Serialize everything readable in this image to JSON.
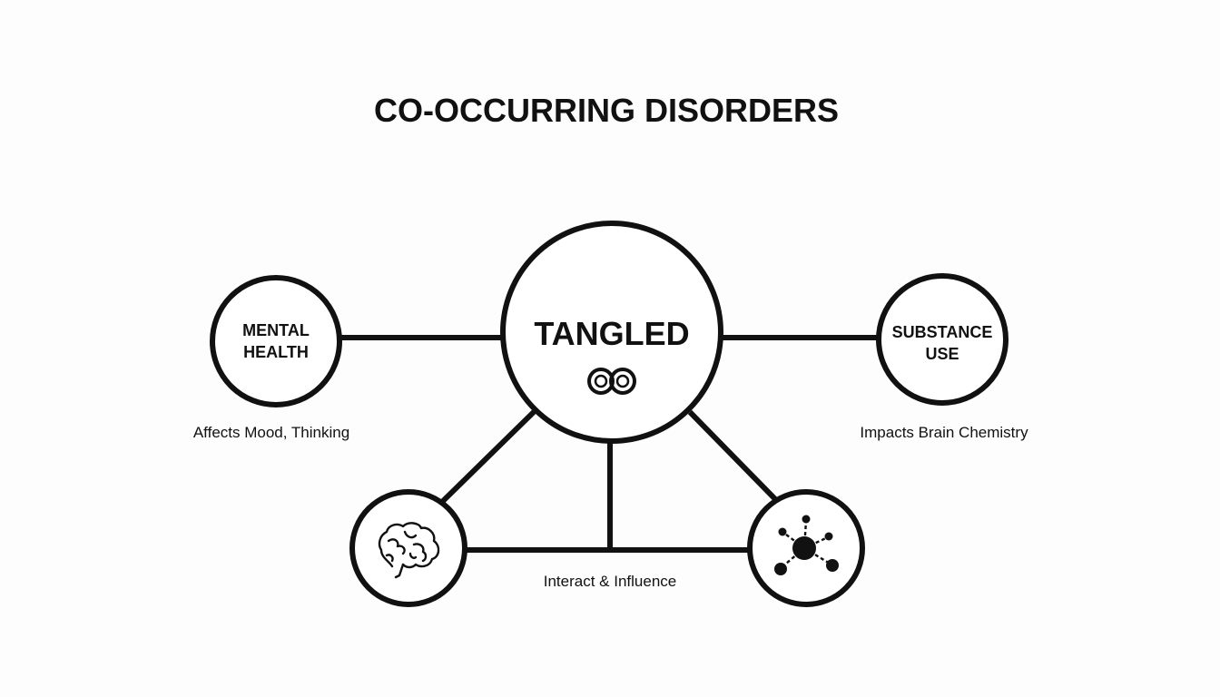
{
  "title": "CO-OCCURRING DISORDERS",
  "nodes": {
    "mental_health": {
      "line1": "MENTAL",
      "line2": "HEALTH",
      "caption": "Affects Mood, Thinking"
    },
    "tangled": {
      "label": "TANGLED",
      "icon": "interlocked-rings-icon"
    },
    "substance_use": {
      "line1": "SUBSTANCE",
      "line2": "USE",
      "caption": "Impacts Brain Chemistry"
    },
    "brain": {
      "icon": "brain-icon"
    },
    "molecule": {
      "icon": "molecule-icon"
    }
  },
  "bottom_caption": "Interact & Influence",
  "colors": {
    "stroke": "#111111",
    "background": "#fdfdfd"
  }
}
